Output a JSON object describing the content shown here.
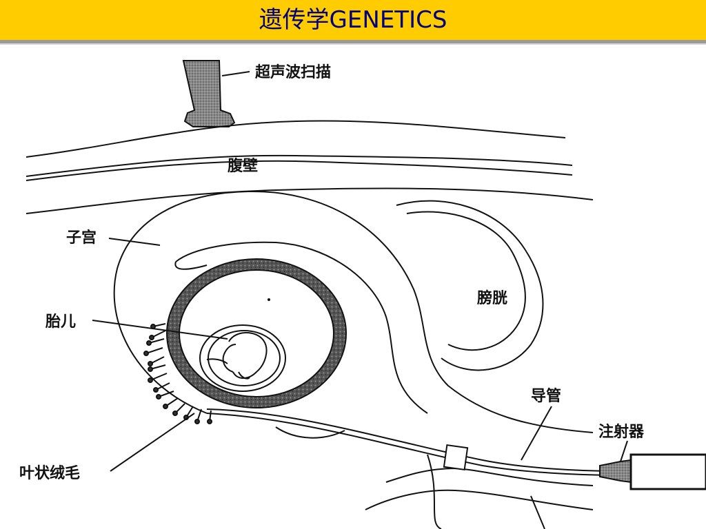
{
  "slide": {
    "title": "遗传学GENETICS",
    "accent_color": "#ffcc00",
    "title_color": "#000080"
  },
  "diagram": {
    "labels": {
      "ultrasound": "超声波扫描",
      "abdominal_wall": "腹壁",
      "uterus": "子宫",
      "bladder": "膀胱",
      "fetus": "胎儿",
      "catheter": "导管",
      "syringe": "注射器",
      "chorion_frondosum": "叶状绒毛"
    }
  }
}
